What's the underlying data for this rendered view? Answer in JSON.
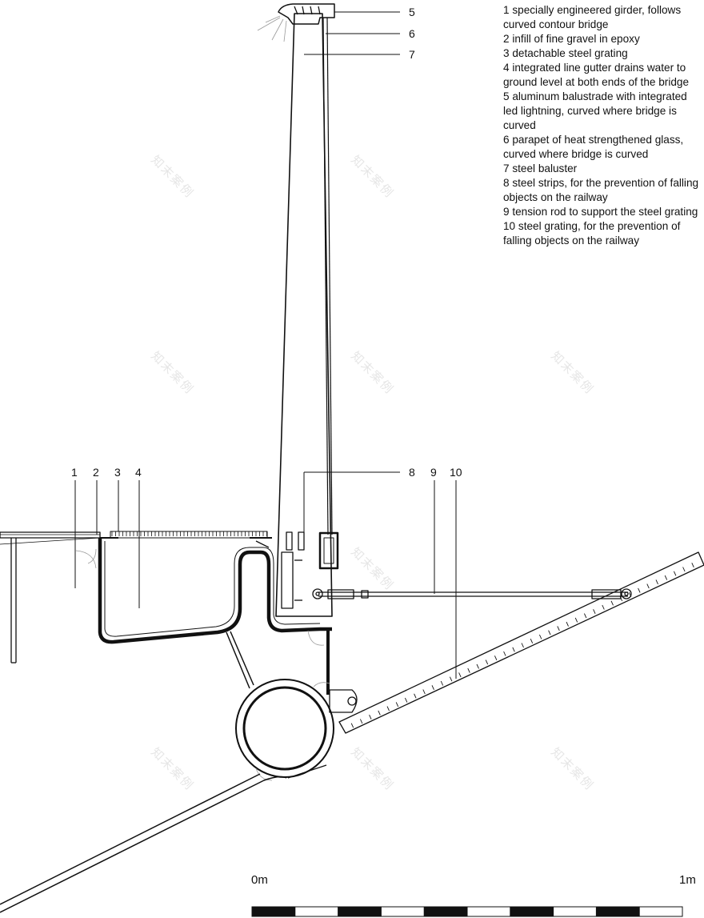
{
  "legend": [
    "1 specially engineered girder, follows curved contour bridge",
    "2 infill of fine gravel in epoxy",
    "3 detachable steel grating",
    "4 integrated line gutter drains water to ground level at both ends of the bridge",
    "5 aluminum balustrade with integrated led lightning, curved where bridge is curved",
    "6 parapet of heat strengthened glass, curved where bridge is curved",
    "7 steel baluster",
    "8 steel strips, for the prevention of falling objects on the railway",
    "9 tension rod to support the steel grating",
    "10 steel grating, for the prevention of falling objects on the railway"
  ],
  "callouts": {
    "c1": "1",
    "c2": "2",
    "c3": "3",
    "c4": "4",
    "c5": "5",
    "c6": "6",
    "c7": "7",
    "c8": "8",
    "c9": "9",
    "c10": "10"
  },
  "scale": {
    "start": "0m",
    "end": "1m"
  },
  "watermark": "知末案例"
}
